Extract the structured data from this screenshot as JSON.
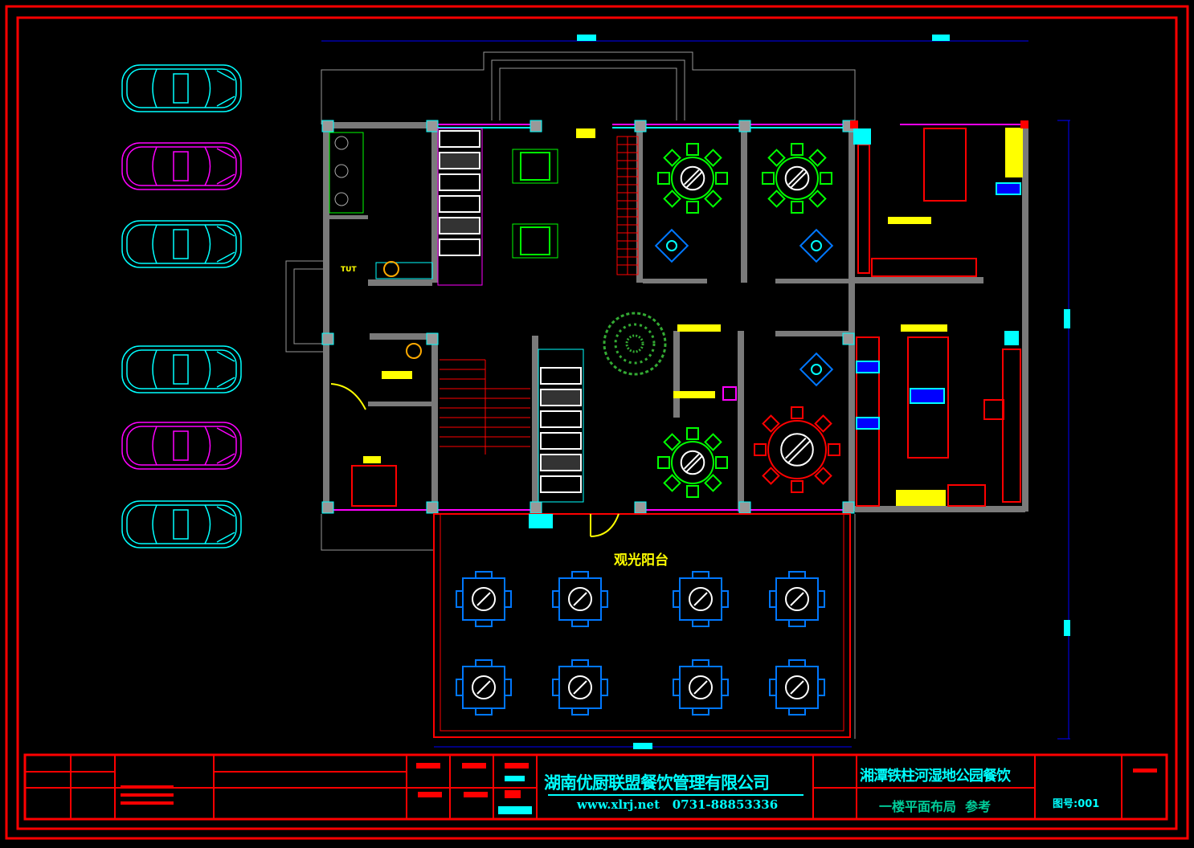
{
  "drawing": {
    "balcony_label": "观光阳台",
    "small_label": "TUT"
  },
  "title_block": {
    "company": "湖南优厨联盟餐饮管理有限公司",
    "contact": "www.xlrj.net   0731-88853336",
    "project": "湘潭铁柱河湿地公园餐饮",
    "drawing_name": "一楼平面布局  参考",
    "drawing_no": "图号:001"
  },
  "colors": {
    "frame": "#ff0000",
    "cyan": "#00ffff",
    "magenta": "#ff00ff",
    "yellow": "#ffff00",
    "green": "#00ff00",
    "blue": "#0000ff",
    "wall": "#808080"
  }
}
